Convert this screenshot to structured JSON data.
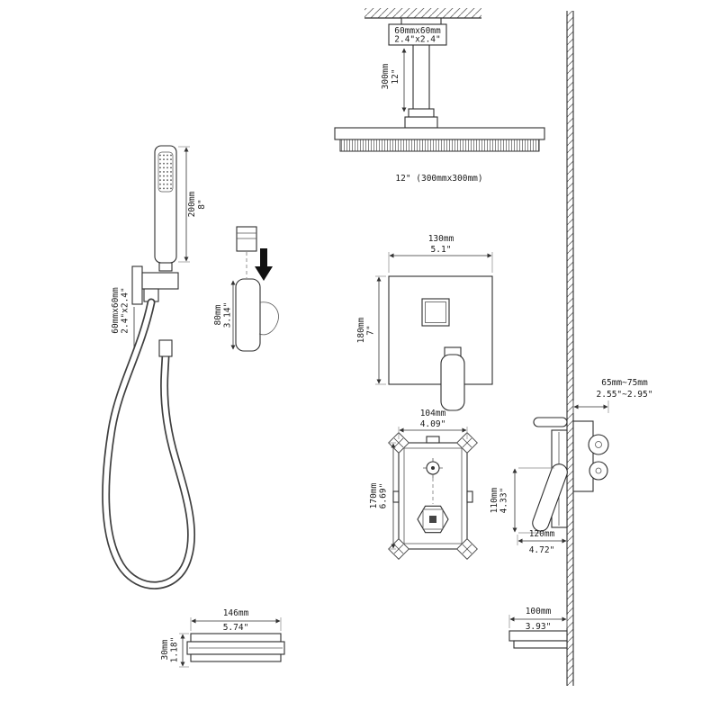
{
  "dims": {
    "ceiling": {
      "flange_mm": "60mmx60mm",
      "flange_in": "2.4\"x2.4\"",
      "arm_mm": "300mm",
      "arm_in": "12\"",
      "head_size": "12\" (300mmx300mm)"
    },
    "handheld": {
      "length_mm": "200mm",
      "length_in": "8\"",
      "bracket_mm": "60mmx60mm",
      "bracket_in": "2.4\"x2.4\""
    },
    "holder": {
      "height_mm": "80mm",
      "height_in": "3.14\""
    },
    "trim": {
      "width_mm": "130mm",
      "width_in": "5.1\"",
      "height_mm": "180mm",
      "height_in": "7\""
    },
    "valve": {
      "width_mm": "104mm",
      "width_in": "4.09\"",
      "height_mm": "170mm",
      "height_in": "6.69\""
    },
    "side": {
      "depth_mm": "65mm~75mm",
      "depth_in": "2.55\"~2.95\"",
      "height_mm": "110mm",
      "height_in": "4.33\"",
      "width_mm": "120mm",
      "width_in": "4.72\""
    },
    "slidebar": {
      "length_mm": "146mm",
      "length_in": "5.74\"",
      "height_mm": "30mm",
      "height_in": "1.18\""
    },
    "wallbar": {
      "length_mm": "100mm",
      "length_in": "3.93\""
    }
  },
  "colors": {
    "line": "#333333",
    "text": "#1a1a1a",
    "background": "#ffffff"
  }
}
